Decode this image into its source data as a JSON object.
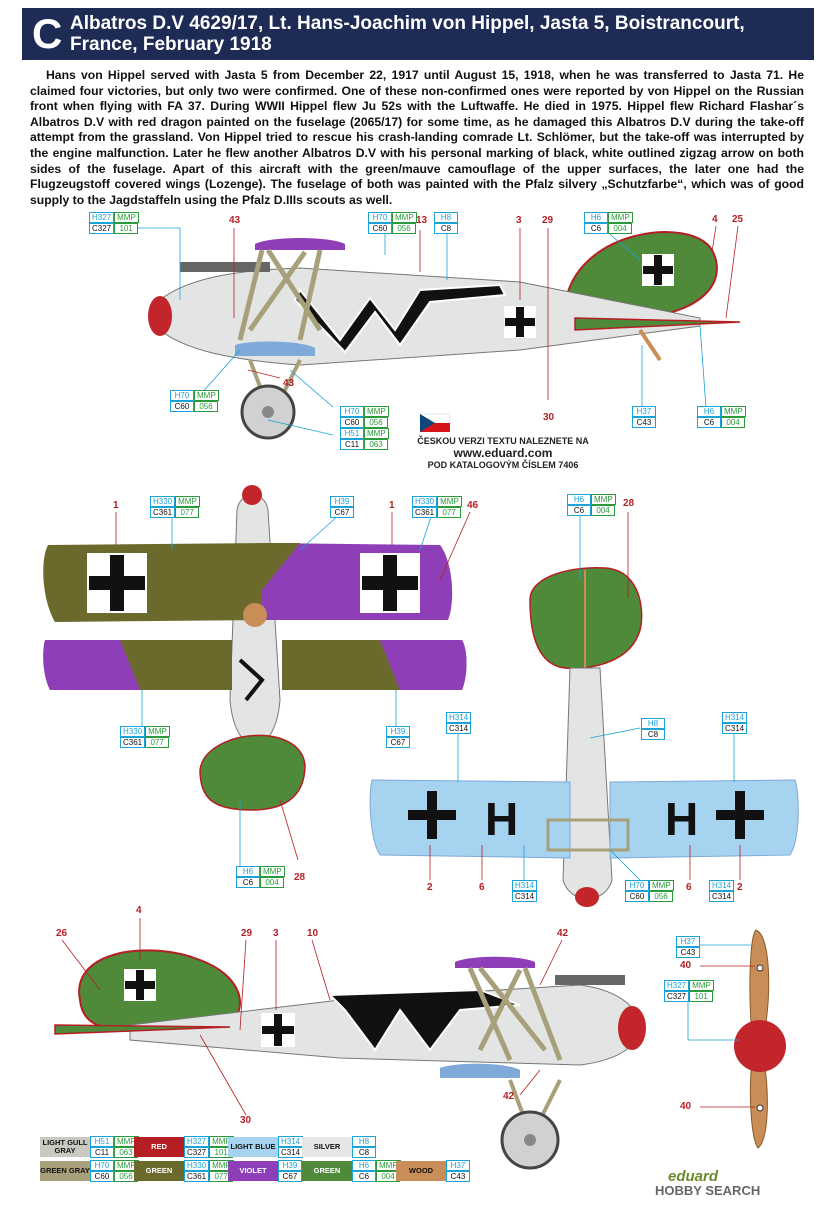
{
  "header": {
    "letter": "C",
    "title": "Albatros D.V 4629/17, Lt. Hans-Joachim von Hippel, Jasta 5, Boistrancourt, France, February 1918"
  },
  "description": "Hans von Hippel served with Jasta 5 from December 22, 1917 until August 15, 1918, when he was transferred to Jasta 71. He claimed four victories, but only two were confirmed. One of these non-confirmed ones were reported by von Hippel on the Russian front when flying with FA 37. During WWII Hippel flew Ju 52s with the Luftwaffe. He died in 1975. Hippel flew Richard Flashar´s Albatros D.V with red dragon painted on the fuselage (2065/17) for some time, as he damaged this Albatros D.V during the take-off attempt from the grassland. Von Hippel tried to rescue his crash-landing comrade Lt. Schlömer, but the take-off was interrupted by the engine malfunction. Later he flew another Albatros D.V with his personal marking of black, white outlined zigzag arrow on both sides of the fuselage. Apart of this aircraft with the green/mauve camouflage of the upper surfaces, the later one had the Flugzeugstoff covered wings (Lozenge). The fuselage of both was painted with the Pfalz silvery „Schutzfarbe“, which was of good supply to the Jagdstaffeln using the Pfalz D.IIIs scouts as well.",
  "czech_note": {
    "line1": "ČESKOU VERZI TEXTU NALEZNETE NA",
    "url": "www.eduard.com",
    "line2": "POD KATALOGOVÝM ČÍSLEM 7406"
  },
  "callouts": {
    "side_top": [
      {
        "h": "H327",
        "m": "MMP",
        "c": "C327",
        "mn": "101"
      },
      {
        "h": "H70",
        "m": "MMP",
        "c": "C60",
        "mn": "056"
      },
      {
        "h": "H8",
        "c": "C8"
      },
      {
        "h": "H6",
        "m": "MMP",
        "c": "C6",
        "mn": "004"
      },
      {
        "h": "H70",
        "m": "MMP",
        "c": "C60",
        "mn": "056"
      },
      {
        "h": "H70",
        "m": "MMP",
        "c": "C60",
        "mn": "056"
      },
      {
        "h": "H51",
        "m": "MMP",
        "c": "C11",
        "mn": "063"
      },
      {
        "h": "H37",
        "c": "C43"
      },
      {
        "h": "H6",
        "m": "MMP",
        "c": "C6",
        "mn": "004"
      }
    ],
    "top_view": [
      {
        "h": "H330",
        "m": "MMP",
        "c": "C361",
        "mn": "077"
      },
      {
        "h": "H39",
        "c": "C67"
      },
      {
        "h": "H330",
        "m": "MMP",
        "c": "C361",
        "mn": "077"
      },
      {
        "h": "H330",
        "m": "MMP",
        "c": "C361",
        "mn": "077"
      },
      {
        "h": "H39",
        "c": "C67"
      },
      {
        "h": "H6",
        "m": "MMP",
        "c": "C6",
        "mn": "004"
      }
    ],
    "bottom_view": [
      {
        "h": "H6",
        "m": "MMP",
        "c": "C6",
        "mn": "004"
      },
      {
        "h": "H314",
        "c": "C314"
      },
      {
        "h": "H8",
        "c": "C8"
      },
      {
        "h": "H314",
        "c": "C314"
      },
      {
        "h": "H314",
        "c": "C314"
      },
      {
        "h": "H70",
        "m": "MMP",
        "c": "C60",
        "mn": "056"
      },
      {
        "h": "H314",
        "c": "C314"
      }
    ],
    "propeller": [
      {
        "h": "H37",
        "c": "C43"
      },
      {
        "h": "H327",
        "m": "MMP",
        "c": "C327",
        "mn": "101"
      }
    ]
  },
  "numbers": {
    "n43a": "43",
    "n13": "13",
    "n3a": "3",
    "n29a": "29",
    "n4a": "4",
    "n25": "25",
    "n43b": "43",
    "n30a": "30",
    "n1a": "1",
    "n1b": "1",
    "n46": "46",
    "n28a": "28",
    "n28b": "28",
    "n2a": "2",
    "n6a": "6",
    "n6b": "6",
    "n2b": "2",
    "n4b": "4",
    "n26": "26",
    "n29b": "29",
    "n3b": "3",
    "n10": "10",
    "n42a": "42",
    "n42b": "42",
    "n30b": "30",
    "n40a": "40",
    "n40b": "40"
  },
  "legend": [
    {
      "name": "LIGHT GULL GRAY",
      "color": "#c9c9c2",
      "text": "#111",
      "h": "H51",
      "c": "C11",
      "mmp": "MMP",
      "mn": "063"
    },
    {
      "name": "RED",
      "color": "#b51f24",
      "text": "#fff",
      "h": "H327",
      "c": "C327",
      "mmp": "MMP",
      "mn": "101"
    },
    {
      "name": "LIGHT BLUE",
      "color": "#a6d3ef",
      "text": "#111",
      "h": "H314",
      "c": "C314",
      "mmp": "",
      "mn": ""
    },
    {
      "name": "SILVER",
      "color": "#e6e6e6",
      "text": "#111",
      "h": "H8",
      "c": "C8",
      "mmp": "",
      "mn": ""
    },
    {
      "name": "GREEN GRAY",
      "color": "#a8a07a",
      "text": "#111",
      "h": "H70",
      "c": "C60",
      "mmp": "MMP",
      "mn": "056"
    },
    {
      "name": "GREEN",
      "color": "#6b6a2c",
      "text": "#fff",
      "h": "H330",
      "c": "C361",
      "mmp": "MMP",
      "mn": "077"
    },
    {
      "name": "VIOLET",
      "color": "#8e3fb8",
      "text": "#fff",
      "h": "H39",
      "c": "C67",
      "mmp": "",
      "mn": ""
    },
    {
      "name": "GREEN",
      "color": "#4e8a3a",
      "text": "#fff",
      "h": "H6",
      "c": "C6",
      "mmp": "MMP",
      "mn": "004"
    },
    {
      "name": "WOOD",
      "color": "#c98e58",
      "text": "#111",
      "h": "H37",
      "c": "C43",
      "mmp": "",
      "mn": ""
    }
  ],
  "brand": "eduard",
  "watermark": "HOBBY SEARCH",
  "colors": {
    "header_bg": "#1d2b55",
    "fuselage": "#e3e5e4",
    "red": "#c2262b",
    "green": "#4e8a3a",
    "olive": "#6b6a2c",
    "violet": "#8e3fb8",
    "lightblue": "#a6d3ef",
    "black": "#111111",
    "wood": "#c98e58"
  }
}
